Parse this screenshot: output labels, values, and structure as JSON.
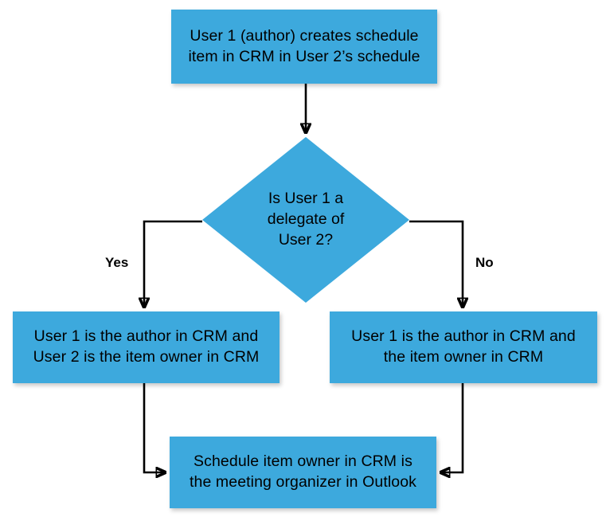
{
  "diagram": {
    "title": "CRM schedule item to Outlook organizer mapping flowchart",
    "accent_color": "#3da9dd",
    "line_color": "#000000",
    "background_color": "#ffffff",
    "nodes": {
      "start": {
        "type": "process",
        "text": "User 1 (author) creates schedule\nitem in CRM in User 2’s schedule"
      },
      "decision": {
        "type": "decision",
        "text": "Is User 1 a\ndelegate of\nUser 2?"
      },
      "yes_result": {
        "type": "process",
        "text": "User 1 is the author in CRM and\nUser 2 is the item owner in CRM"
      },
      "no_result": {
        "type": "process",
        "text": "User 1 is the author in CRM and\nthe item owner in CRM"
      },
      "end": {
        "type": "process",
        "text": "Schedule item owner in CRM is\nthe meeting organizer in Outlook"
      }
    },
    "edges": {
      "yes_label": "Yes",
      "no_label": "No"
    }
  }
}
